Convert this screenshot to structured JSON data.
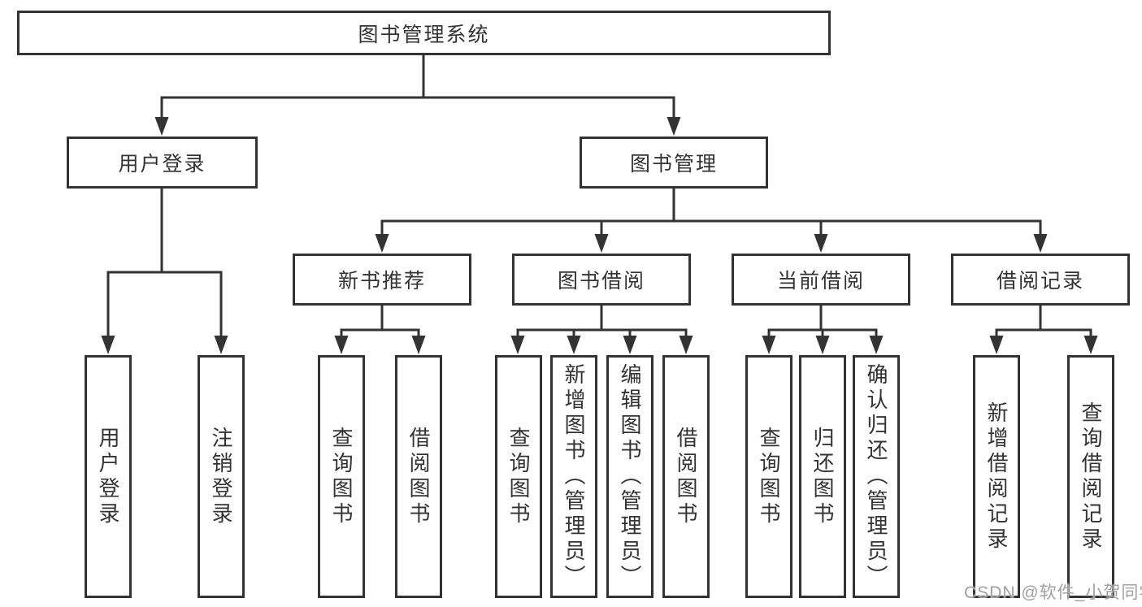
{
  "diagram": {
    "root": {
      "label": "图书管理系统"
    },
    "branches": [
      {
        "label": "用户登录",
        "leaves": [
          {
            "label": "用户登录"
          },
          {
            "label": "注销登录"
          }
        ]
      },
      {
        "label": "图书管理",
        "children": [
          {
            "label": "新书推荐",
            "leaves": [
              {
                "label": "查询图书"
              },
              {
                "label": "借阅图书"
              }
            ]
          },
          {
            "label": "图书借阅",
            "leaves": [
              {
                "label": "查询图书"
              },
              {
                "label": "新增图书（管理员）"
              },
              {
                "label": "编辑图书（管理员）"
              },
              {
                "label": "借阅图书"
              }
            ]
          },
          {
            "label": "当前借阅",
            "leaves": [
              {
                "label": "查询图书"
              },
              {
                "label": "归还图书"
              },
              {
                "label": "确认归还（管理员）"
              }
            ]
          },
          {
            "label": "借阅记录",
            "leaves": [
              {
                "label": "新增借阅记录"
              },
              {
                "label": "查询借阅记录"
              }
            ]
          }
        ]
      }
    ]
  },
  "watermark": {
    "text": "CSDN @软件_小贺同学"
  },
  "colors": {
    "background": "#ffffff",
    "box_border": "#333333",
    "line": "#333333",
    "text": "#333333",
    "watermark": "#a0a0a0"
  }
}
